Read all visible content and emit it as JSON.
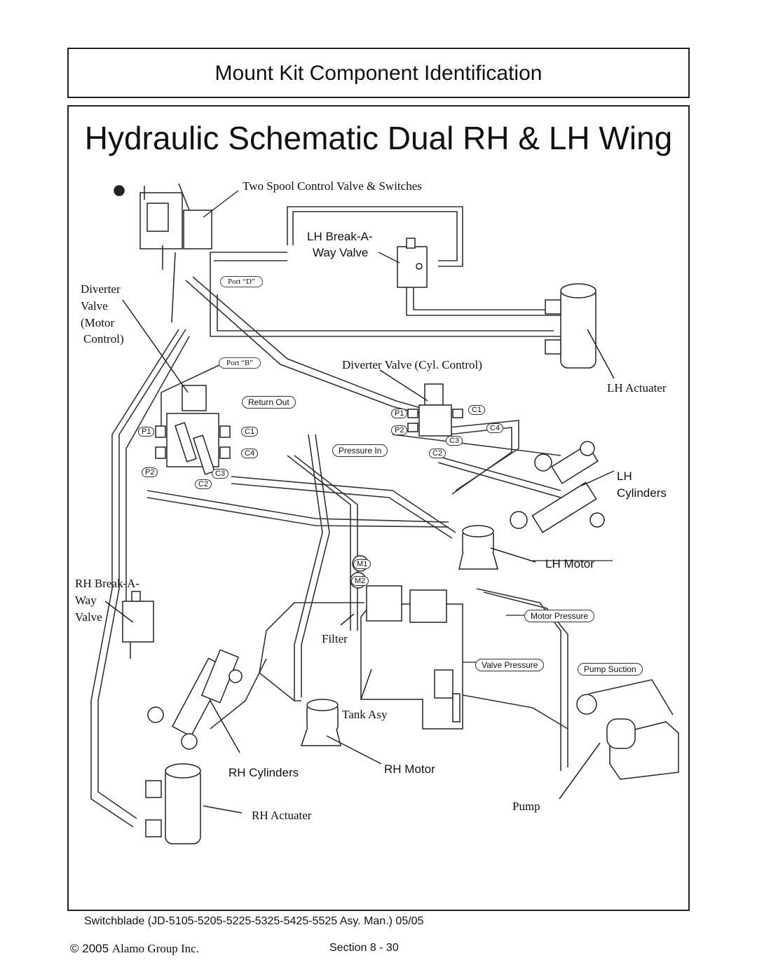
{
  "header": {
    "title": "Mount Kit  Component Identification"
  },
  "main": {
    "title": "Hydraulic Schematic Dual RH & LH Wing"
  },
  "labels": {
    "two_spool": "Two Spool Control Valve & Switches",
    "lh_break_a": "LH Break-A-",
    "way_valve": "Way Valve",
    "diverter_1": "Diverter",
    "diverter_2": "Valve",
    "diverter_3": "(Motor",
    "diverter_4": "Control)",
    "port_d": "Port  “D”",
    "port_b": "Port  “B”",
    "diverter_cyl": "Diverter Valve (Cyl. Control)",
    "lh_actuater": "LH  Actuater",
    "return_out": "Return Out",
    "pressure_in": "Pressure  In",
    "lh": "LH",
    "cylinders": "Cylinders",
    "lh_motor": "LH  Motor",
    "rh_break_1": "RH  Break-A-",
    "rh_break_2": "Way",
    "rh_break_3": "Valve",
    "motor_pressure": "Motor  Pressure",
    "filter": "Filter",
    "valve_pressure": "Valve  Pressure",
    "pump_suction": "Pump Suction",
    "tank_asy": "Tank Asy",
    "rh_cylinders": "RH Cylinders",
    "rh_motor": "RH  Motor",
    "pump": "Pump",
    "rh_actuater": "RH  Actuater"
  },
  "ports": {
    "p1_left": "P1",
    "c1_left": "C1",
    "c4_left": "C4",
    "p2_left": "P2",
    "c3_left": "C3",
    "c2_left": "C2",
    "p1_right": "P1",
    "p2_right": "P2",
    "c1_right": "C1",
    "c4_right": "C4",
    "c3_right": "C3",
    "c2_right": "C2",
    "m1": "M1",
    "m2": "M2"
  },
  "footer": {
    "manual": "Switchblade  (JD-5105-5205-5225-5325-5425-5525  Asy. Man.) 05/05",
    "copyright_year": "© 2005",
    "copyright_holder": "Alamo Group Inc.",
    "section": "Section 8  -  30"
  }
}
